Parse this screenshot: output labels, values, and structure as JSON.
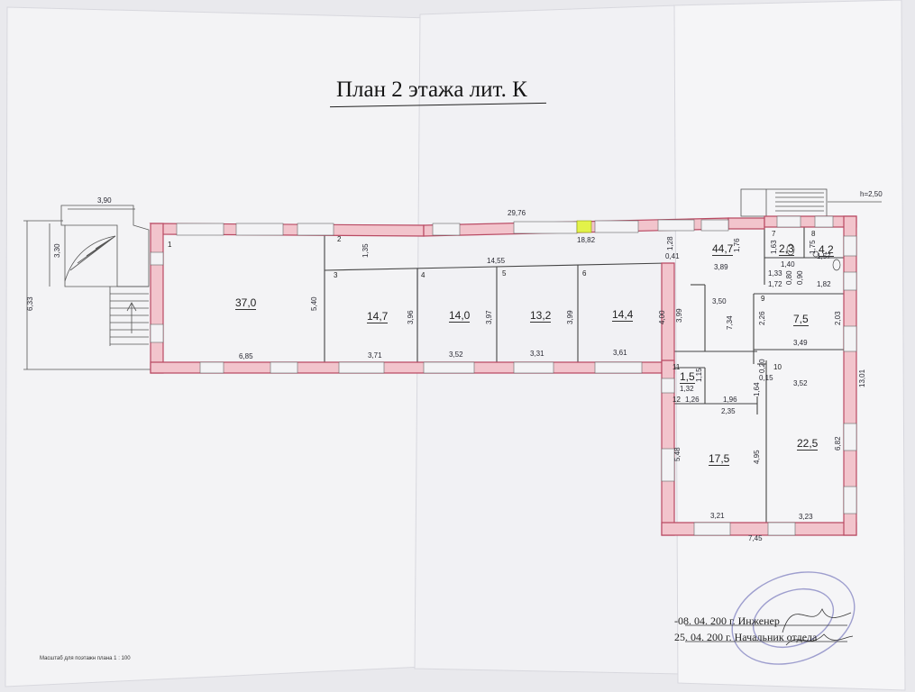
{
  "title": "План 2 этажа лит. К",
  "scale_note": "Масштаб для поэтажн плана 1 : 100",
  "h_mark": "h=2,50",
  "colors": {
    "wall": "#f2c4cc",
    "wall_stroke": "#b94a63",
    "highlight": "#e3f24a",
    "stamp": "#8f90c8",
    "sheet": "#f4f4f6"
  },
  "rooms": [
    {
      "no": "1",
      "area": "37,0"
    },
    {
      "no": "2",
      "area": ""
    },
    {
      "no": "3",
      "area": "14,7"
    },
    {
      "no": "4",
      "area": "14,0"
    },
    {
      "no": "5",
      "area": "13,2"
    },
    {
      "no": "6",
      "area": "14,4"
    },
    {
      "no": "",
      "area": "44,7"
    },
    {
      "no": "7",
      "area": "2,3"
    },
    {
      "no": "8",
      "area": "4,2"
    },
    {
      "no": "9",
      "area": "7,5"
    },
    {
      "no": "10",
      "area": "22,5"
    },
    {
      "no": "11",
      "area": "1,5"
    },
    {
      "no": "12",
      "area": ""
    },
    {
      "no": "",
      "area": "17,5"
    }
  ],
  "dims_h": [
    "3,90",
    "29,76",
    "18,82",
    "14,55",
    "6,85",
    "3,71",
    "3,52",
    "3,31",
    "3,61",
    "3,89",
    "1,57",
    "1,40",
    "1,72",
    "1,82",
    "1,33",
    "3,49",
    "3,52",
    "1,32",
    "1,26",
    "1,96",
    "2,35",
    "3,21",
    "3,23",
    "7,45"
  ],
  "dims_v": [
    "3,30",
    "6,33",
    "1,35",
    "5,40",
    "3,96",
    "3,97",
    "3,99",
    "4,00",
    "3,99",
    "1,28",
    "0,41",
    "1,76",
    "1,63",
    "1,75",
    "0,80",
    "0,90",
    "7,34",
    "3,50",
    "2,26",
    "2,03",
    "13,01",
    "0,20",
    "0,15",
    "1,64",
    "1,15",
    "5,48",
    "4,95",
    "6,82"
  ],
  "signature": {
    "line1": "-08. 04. 200  г. Инженер",
    "line2": "25. 04. 200  г. Начальник отдела"
  }
}
